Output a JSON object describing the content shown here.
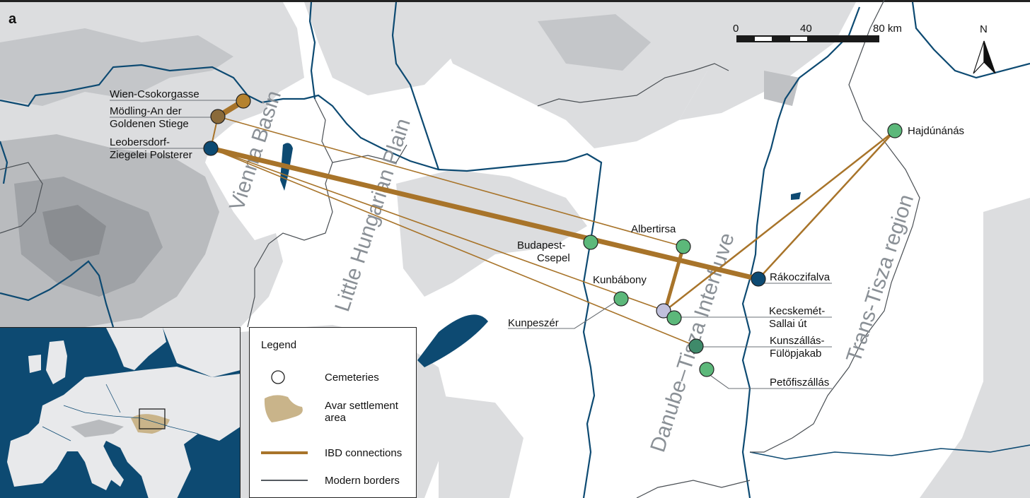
{
  "panel_label": "a",
  "scale_bar": {
    "ticks": [
      "0",
      "40",
      "80 km"
    ]
  },
  "north_arrow": {
    "label": "N"
  },
  "regions": [
    {
      "name": "Vienna Basin"
    },
    {
      "name": "Little Hungarian Plain"
    },
    {
      "name": "Danube–Tisza Interfluve"
    },
    {
      "name": "Trans-Tisza region"
    }
  ],
  "sites": [
    {
      "name": "Wien-Csokorgasse",
      "line1": "Wien-Csokorgasse",
      "line2": "",
      "fill": "#b5822e"
    },
    {
      "name": "Mödling-An der Goldenen Stiege",
      "line1": "Mödling-An der",
      "line2": "Goldenen Stiege",
      "fill": "#8a6a3a"
    },
    {
      "name": "Leobersdorf-Ziegelei Polsterer",
      "line1": "Leobersdorf-",
      "line2": "Ziegelei Polsterer",
      "fill": "#0d4a72"
    },
    {
      "name": "Budapest-Csepel",
      "line1": "Budapest-",
      "line2": "Csepel",
      "fill": "#5cb87a"
    },
    {
      "name": "Albertirsa",
      "line1": "Albertirsa",
      "line2": "",
      "fill": "#5cb87a"
    },
    {
      "name": "Kunbábony",
      "line1": "Kunbábony",
      "line2": "",
      "fill": "#5cb87a"
    },
    {
      "name": "Kunpeszér",
      "line1": "Kunpeszér",
      "line2": "",
      "fill": "#c0c0dc"
    },
    {
      "name": "Kecskemét-Sallai út",
      "line1": "Kecskemét-",
      "line2": "Sallai út",
      "fill": "#5cb87a"
    },
    {
      "name": "Kunszállás-Fülöpjakab",
      "line1": "Kunszállás-",
      "line2": "Fülöpjakab",
      "fill": "#3f8a6a"
    },
    {
      "name": "Petőfiszállás",
      "line1": "Petőfiszállás",
      "line2": "",
      "fill": "#5cb87a"
    },
    {
      "name": "Rákoczifalva",
      "line1": "Rákoczifalva",
      "line2": "",
      "fill": "#0d4a72"
    },
    {
      "name": "Hajdúnánás",
      "line1": "Hajdúnánás",
      "line2": "",
      "fill": "#5cb87a"
    }
  ],
  "legend": {
    "title": "Legend",
    "items": [
      {
        "label": "Cemeteries",
        "symbol": "circle-outline"
      },
      {
        "label_line1": "Avar settlement",
        "label_line2": "area",
        "symbol": "tan-area",
        "color": "#c9b48a"
      },
      {
        "label": "IBD connections",
        "symbol": "line",
        "color": "#a8742a"
      },
      {
        "label": "Modern borders",
        "symbol": "line",
        "color": "#555b60"
      }
    ]
  },
  "colors": {
    "ibd": "#a8742a",
    "river": "#0d4a72",
    "border": "#4a4f54",
    "terrain_light": "#dcdddf",
    "terrain_mid": "#bfc1c4",
    "terrain_dark": "#9a9da1",
    "region_label": "#8a9096"
  }
}
